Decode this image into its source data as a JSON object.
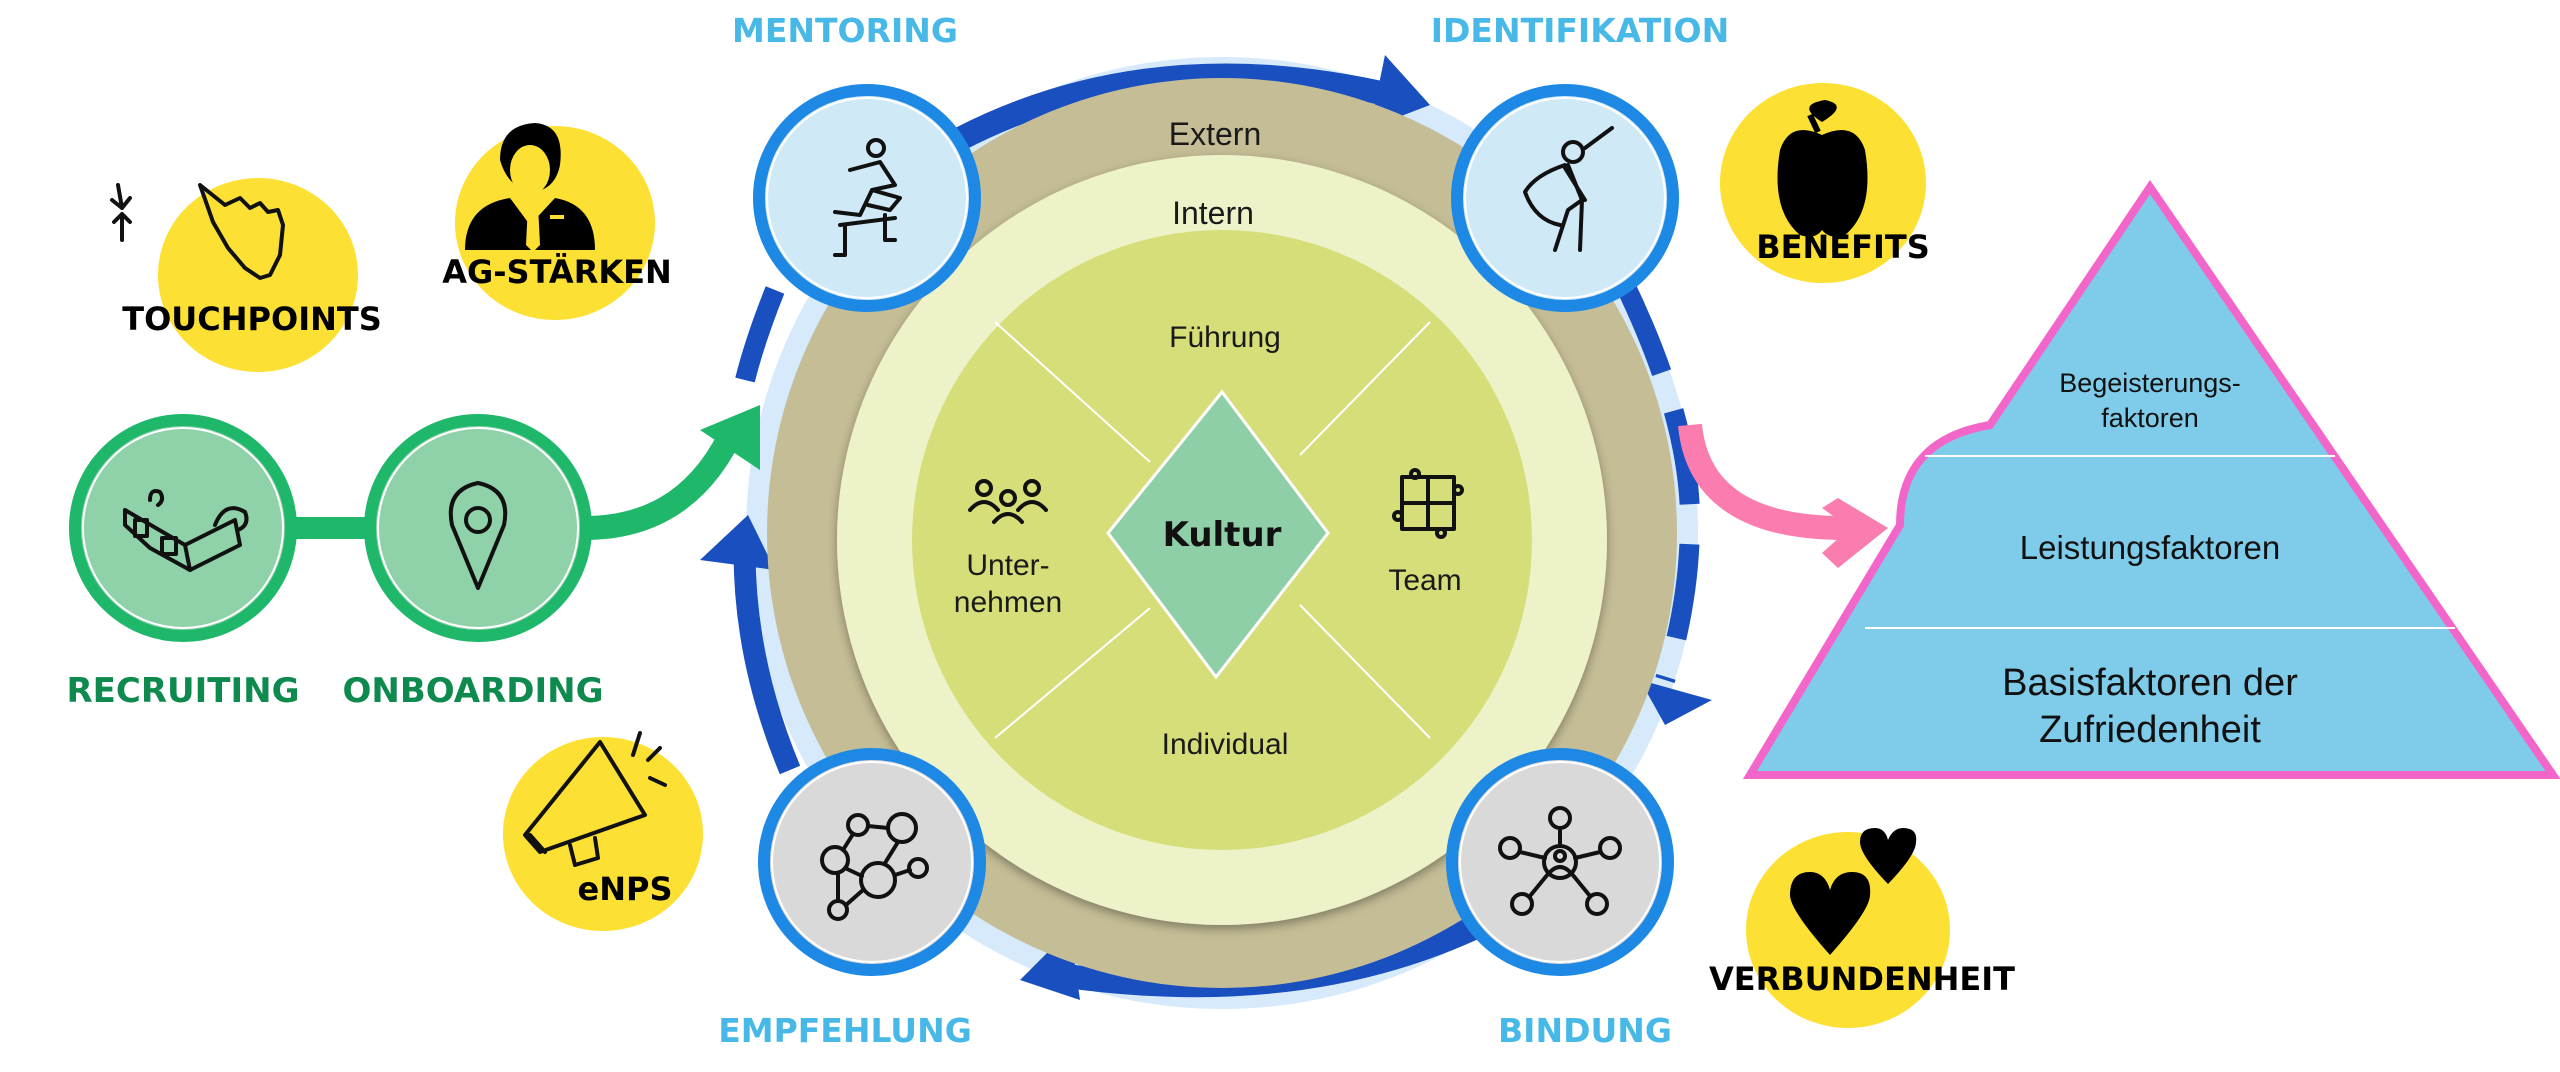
{
  "colors": {
    "phase_blue": "#48b9e6",
    "cycle_arrow_blue": "#1a4fbf",
    "cycle_track_light": "#d6eafc",
    "node_border_blue": "#1e88e5",
    "node_fill_light_blue": "#cfe9f7",
    "node_fill_grey": "#d9d9d9",
    "green_dark": "#0e8a4e",
    "green_line": "#1fb86b",
    "green_node_fill": "#8fd1a9",
    "yellow": "#fde034",
    "ring_extern": "#c4bd96",
    "ring_intern": "#eef2c9",
    "core_fill": "#d6de7a",
    "diamond_fill": "#8ecfa8",
    "pyramid_fill": "#7fcbea",
    "pyramid_border": "#f266c9",
    "pink_arrow": "#fb7db0"
  },
  "cycle_phases": [
    {
      "id": "mentoring",
      "label": "MENTORING",
      "icon": "hurdle-runner-icon"
    },
    {
      "id": "identifikation",
      "label": "IDENTIFIKATION",
      "icon": "superhero-icon"
    },
    {
      "id": "bindung",
      "label": "BINDUNG",
      "icon": "social-engagement-icon"
    },
    {
      "id": "empfehlung",
      "label": "EMPFEHLUNG",
      "icon": "people-network-icon"
    }
  ],
  "entry_steps": [
    {
      "id": "recruiting",
      "label": "RECRUITING",
      "icon": "3d-glasses-icon"
    },
    {
      "id": "onboarding",
      "label": "ONBOARDING",
      "icon": "location-pin-icon"
    }
  ],
  "yellow_badges": [
    {
      "id": "touchpoints",
      "label": "TOUCHPOINTS",
      "icon": "pinch-hand-icon"
    },
    {
      "id": "ag-staerken",
      "label": "AG-STÄRKEN",
      "icon": "businessman-icon"
    },
    {
      "id": "enps",
      "label": "eNPS",
      "icon": "megaphone-icon"
    },
    {
      "id": "benefits",
      "label": "BENEFITS",
      "icon": "apple-icon"
    },
    {
      "id": "verbundenheit",
      "label": "VERBUNDENHEIT",
      "icon": "hearts-icon"
    }
  ],
  "rings": {
    "outer": "Extern",
    "inner": "Intern"
  },
  "core": {
    "center": "Kultur",
    "segments": {
      "top": "Führung",
      "right": "Team",
      "bottom": "Individual",
      "left_line1": "Unter-",
      "left_line2": "nehmen"
    }
  },
  "pyramid": {
    "levels": [
      {
        "line1": "Begeisterungs-",
        "line2": "faktoren"
      },
      {
        "line1": "Leistungsfaktoren",
        "line2": ""
      },
      {
        "line1": "Basisfaktoren der",
        "line2": "Zufriedenheit"
      }
    ]
  }
}
